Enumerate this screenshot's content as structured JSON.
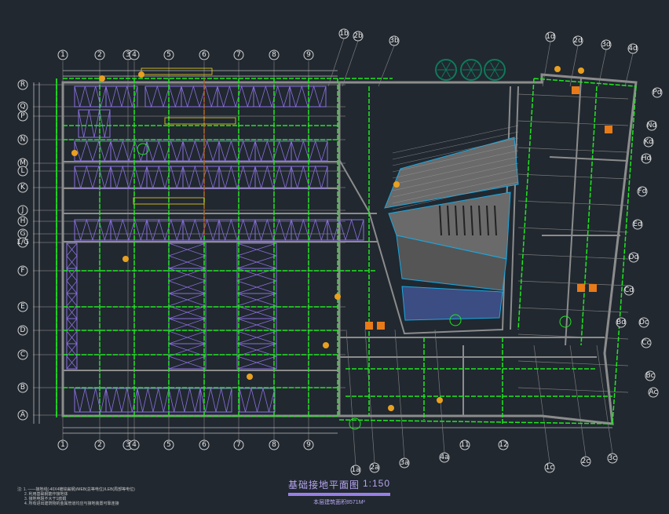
{
  "drawing": {
    "title": "基础接地平面图",
    "scale": "1:150",
    "subtitle": "本层建筑面积8571M²",
    "notes_label": "注:",
    "notes": [
      "1. ——接地线(-40X4镀锌扁钢)/MEB(总等电位)/LEB(局部等电位)",
      "2. 利用基础钢筋作接地体",
      "3. 接地电阻不大于1欧姆",
      "4. 所有进出建筑物的金属管道均应与接地装置可靠连接"
    ]
  },
  "axes": {
    "vertical": [
      "1",
      "2",
      "3",
      "4",
      "5",
      "6",
      "7",
      "8",
      "9"
    ],
    "horizontal": [
      "R",
      "Q",
      "P",
      "N",
      "M",
      "L",
      "K",
      "J",
      "H",
      "G",
      "1/G",
      "F",
      "E",
      "D",
      "C",
      "B",
      "A"
    ],
    "top_skew_left": [
      "1b",
      "2b",
      "3b"
    ],
    "top_skew_right": [
      "1d",
      "2d",
      "3d",
      "4d"
    ],
    "bottom_skew_left": [
      "1a",
      "2a",
      "3a",
      "4a"
    ],
    "bottom_center": [
      "11",
      "12"
    ],
    "bottom_skew_right": [
      "1c",
      "2c",
      "3c"
    ],
    "right_side": [
      "Pd",
      "Nd",
      "Kd",
      "Hd",
      "Fd",
      "Ed",
      "Dd",
      "Cd",
      "Bd",
      "Dc",
      "Cc",
      "Bc",
      "Ac"
    ]
  },
  "colors": {
    "background": "#212830",
    "wall": "#8c8c8c",
    "ground_line": "#1ee81e",
    "parking": "#8a6fe0",
    "ramp": "#6a6a6a",
    "ramp_edge": "#1aa8e0",
    "annotation": "#f2d21e",
    "tree": "#0e7a5a"
  }
}
